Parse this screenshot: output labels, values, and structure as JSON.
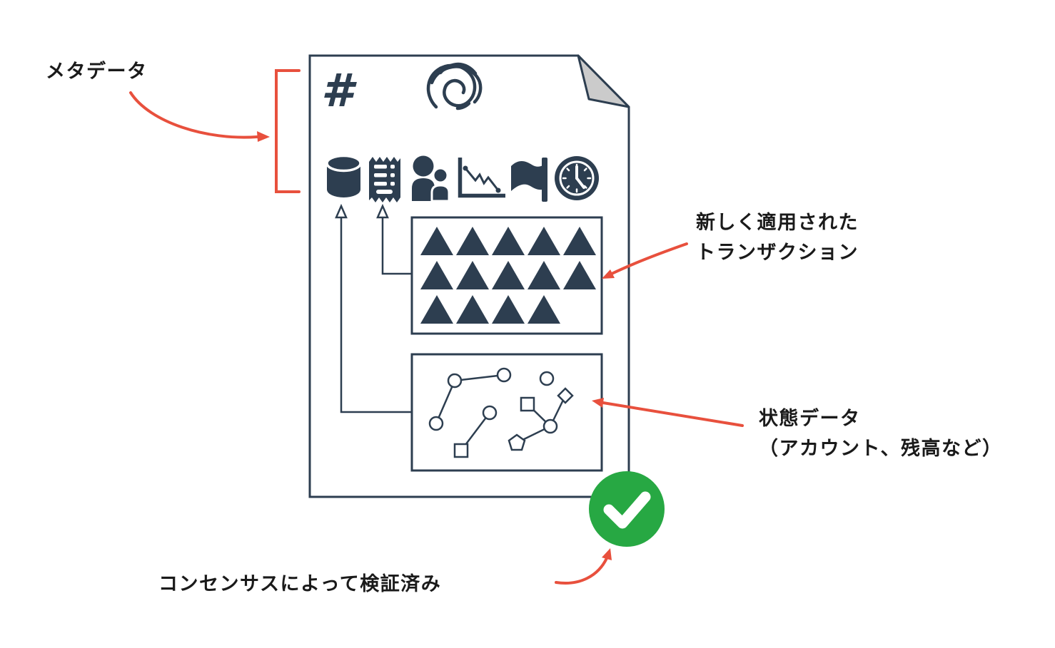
{
  "colors": {
    "ink": "#2d3e50",
    "accent_red": "#e8503d",
    "verified_green": "#27a843",
    "fold_gray": "#cbcbcb",
    "label_text": "#1a1a1a",
    "background": "#ffffff"
  },
  "labels": {
    "metadata": "メタデータ",
    "new_transactions": {
      "line1": "新しく適用された",
      "line2": "トランザクション"
    },
    "state_data": {
      "line1": "状態データ",
      "line2": "（アカウント、残高など）"
    },
    "consensus": "コンセンサスによって検証済み"
  },
  "document": {
    "hash_symbol": "#",
    "header_icons": [
      "hash-icon",
      "fingerprint-icon"
    ],
    "metadata_icons": [
      "database-icon",
      "receipt-icon",
      "users-icon",
      "declining-chart-icon",
      "flag-icon",
      "clock-icon"
    ],
    "transactions_box": {
      "triangle_rows": [
        5,
        5,
        4
      ]
    },
    "state_box": {
      "node_shapes": [
        "circle",
        "square",
        "diamond",
        "pentagon"
      ]
    },
    "verified_icon": "check-icon"
  }
}
